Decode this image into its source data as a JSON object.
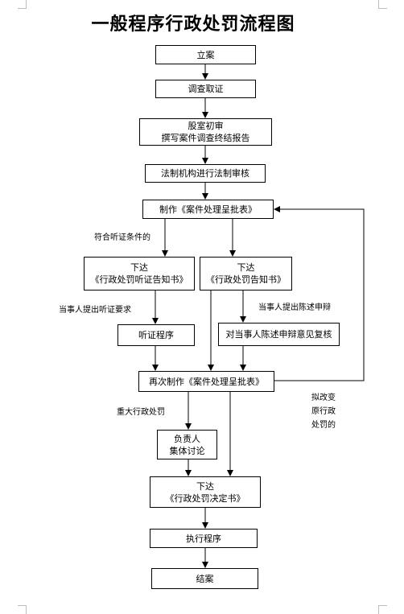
{
  "title": "一般程序行政处罚流程图",
  "boxes": {
    "lian": "立案",
    "diaocha": "调查取证",
    "gushi_l1": "股室初审",
    "gushi_l2": "撰写案件调查终结报告",
    "fazhi": "法制机构进行法制审核",
    "zhizuo1": "制作《案件处理呈批表》",
    "xiada_tz_l1": "下达",
    "xiada_tz_l2": "《行政处罚听证告知书》",
    "xiada_gz_l1": "下达",
    "xiada_gz_l2": "《行政处罚告知书》",
    "tingzheng": "听证程序",
    "fuhe": "对当事人陈述申辩意见复核",
    "zhizuo2": "再次制作《案件处理呈批表》",
    "fuzeren_l1": "负责人",
    "fuzeren_l2": "集体讨论",
    "xiada_jd_l1": "下达",
    "xiada_jd_l2": "《行政处罚决定书》",
    "zhixing": "执行程序",
    "jiean": "结案"
  },
  "labels": {
    "fuhe_tz": "符合听证条件的",
    "tingzheng_req": "当事人提出听证要求",
    "chenshu_req": "当事人提出陈述申辩",
    "zhongda": "重大行政处罚",
    "nigai_l1": "拟改变",
    "nigai_l2": "原行政",
    "nigai_l3": "处罚的"
  }
}
